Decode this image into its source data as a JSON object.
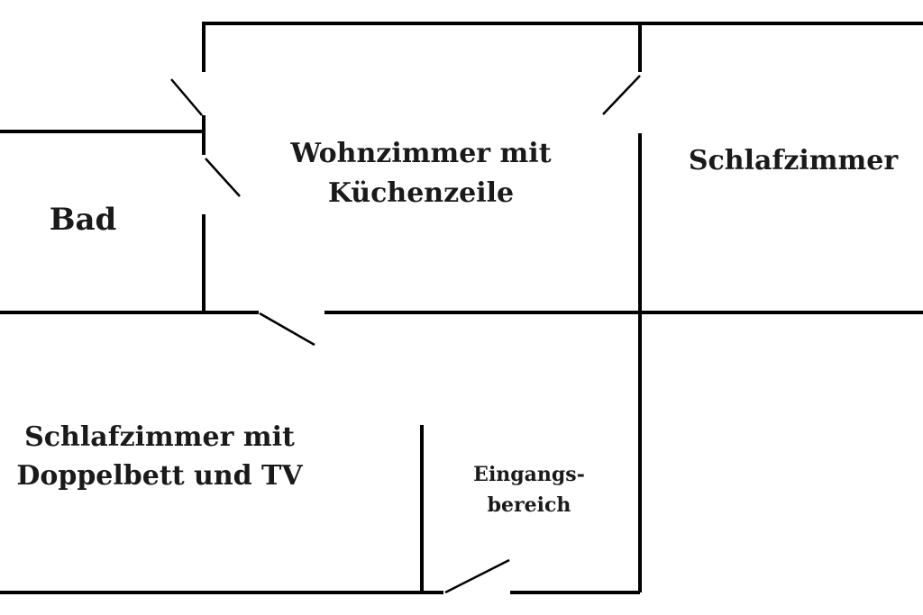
{
  "rooms": {
    "bad": {
      "label": "Bad"
    },
    "wohnzimmer": {
      "line1": "Wohnzimmer mit",
      "line2": "Küchenzeile"
    },
    "schlafzimmer": {
      "label": "Schlafzimmer"
    },
    "schlafzimmer_doppelbett": {
      "line1": "Schlafzimmer mit",
      "line2": "Doppelbett und TV"
    },
    "eingangsbereich": {
      "line1": "Eingangs-",
      "line2": "bereich"
    }
  }
}
